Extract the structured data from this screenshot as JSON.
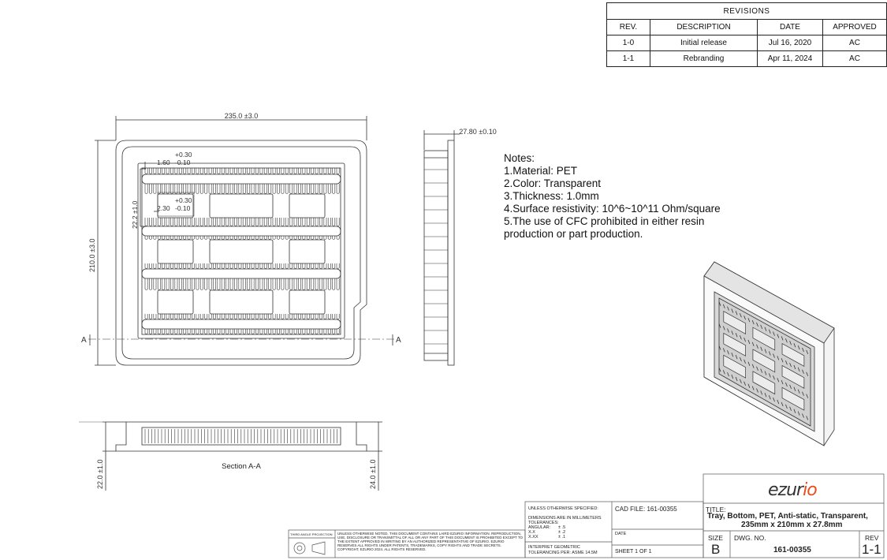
{
  "revisions": {
    "title": "REVISIONS",
    "headers": [
      "REV.",
      "DESCRIPTION",
      "DATE",
      "APPROVED"
    ],
    "rows": [
      {
        "rev": "1-0",
        "description": "Initial release",
        "date": "Jul 16, 2020",
        "approved": "AC"
      },
      {
        "rev": "1-1",
        "description": "Rebranding",
        "date": "Apr 11, 2024",
        "approved": "AC"
      }
    ]
  },
  "dimensions": {
    "width": "235.0 ±3.0",
    "height": "210.0 ±3.0",
    "thickness_side": "27.80 ±0.10",
    "tol_plus_a": "+0.30",
    "nominal_a": "1.60",
    "tol_minus_a": "-0.10",
    "tol_plus_b": "+0.30",
    "nominal_b": "2.30",
    "tol_minus_b": "-0.10",
    "pitch": "22.2 ±1.0",
    "section_left": "22.0 ±1.0",
    "section_right": "24.0 ±1.0",
    "section_mark": "A"
  },
  "section_label": "Section A-A",
  "notes": {
    "heading": "Notes:",
    "items": [
      "1.Material: PET",
      "2.Color: Transparent",
      "3.Thickness: 1.0mm",
      "4.Surface resistivity: 10^6~10^11 Ohm/square",
      "5.The use of CFC prohibited in either resin",
      "production or part production."
    ]
  },
  "title_block": {
    "logo_text_1": "ezur",
    "logo_text_2": "io",
    "tolerance_heading": "UNLESS OTHERWISE SPECIFIED:",
    "tolerance_lines": [
      "DIMENSIONS ARE IN MILLIMETERS",
      "TOLERANCES:",
      "ANGULAR:",
      "X.X",
      "X.XX"
    ],
    "tolerance_values": [
      "± .5",
      "± .2",
      "± .1"
    ],
    "geometric": "INTERPRET GEOMETRIC",
    "geometric2": "TOLERANCING PER:  ASME 14.5M",
    "cad_file": "CAD FILE: 161-00355",
    "date_label": "DATE",
    "sheet": "SHEET 1 OF 1",
    "title_label": "TITLE:",
    "title_line1": "Tray, Bottom, PET, Anti-static, Transparent,",
    "title_line2": "235mm x 210mm x 27.8mm",
    "size_label": "SIZE",
    "size_value": "B",
    "dwg_label": "DWG.  NO.",
    "dwg_value": "161-00355",
    "rev_label": "REV",
    "rev_value": "1-1",
    "projection_label": "THIRD ANGLE PROJECTION",
    "legal": "UNLESS OTHERWISE NOTED, THIS DOCUMENT CONTAINS LAIRD EZURIO INFORMATION. REPRODUCTION, USE, DISCLOSURE OR TRANSMITTAL OF ALL OR ANY PART OF THIS DOCUMENT IS PROHIBITED EXCEPT TO THE EXTENT APPROVED IN WRITING BY AN AUTHORIZED REPRESENTATIVE OF EZURIO. EZURIO RESERVES ALL RIGHTS UNDER PATENTS, TRADEMARKS, COPY RIGHTS AND TRADE SECRETS. COPYRIGHT, EZURIO 2024. ALL RIGHTS RESERVED."
  }
}
